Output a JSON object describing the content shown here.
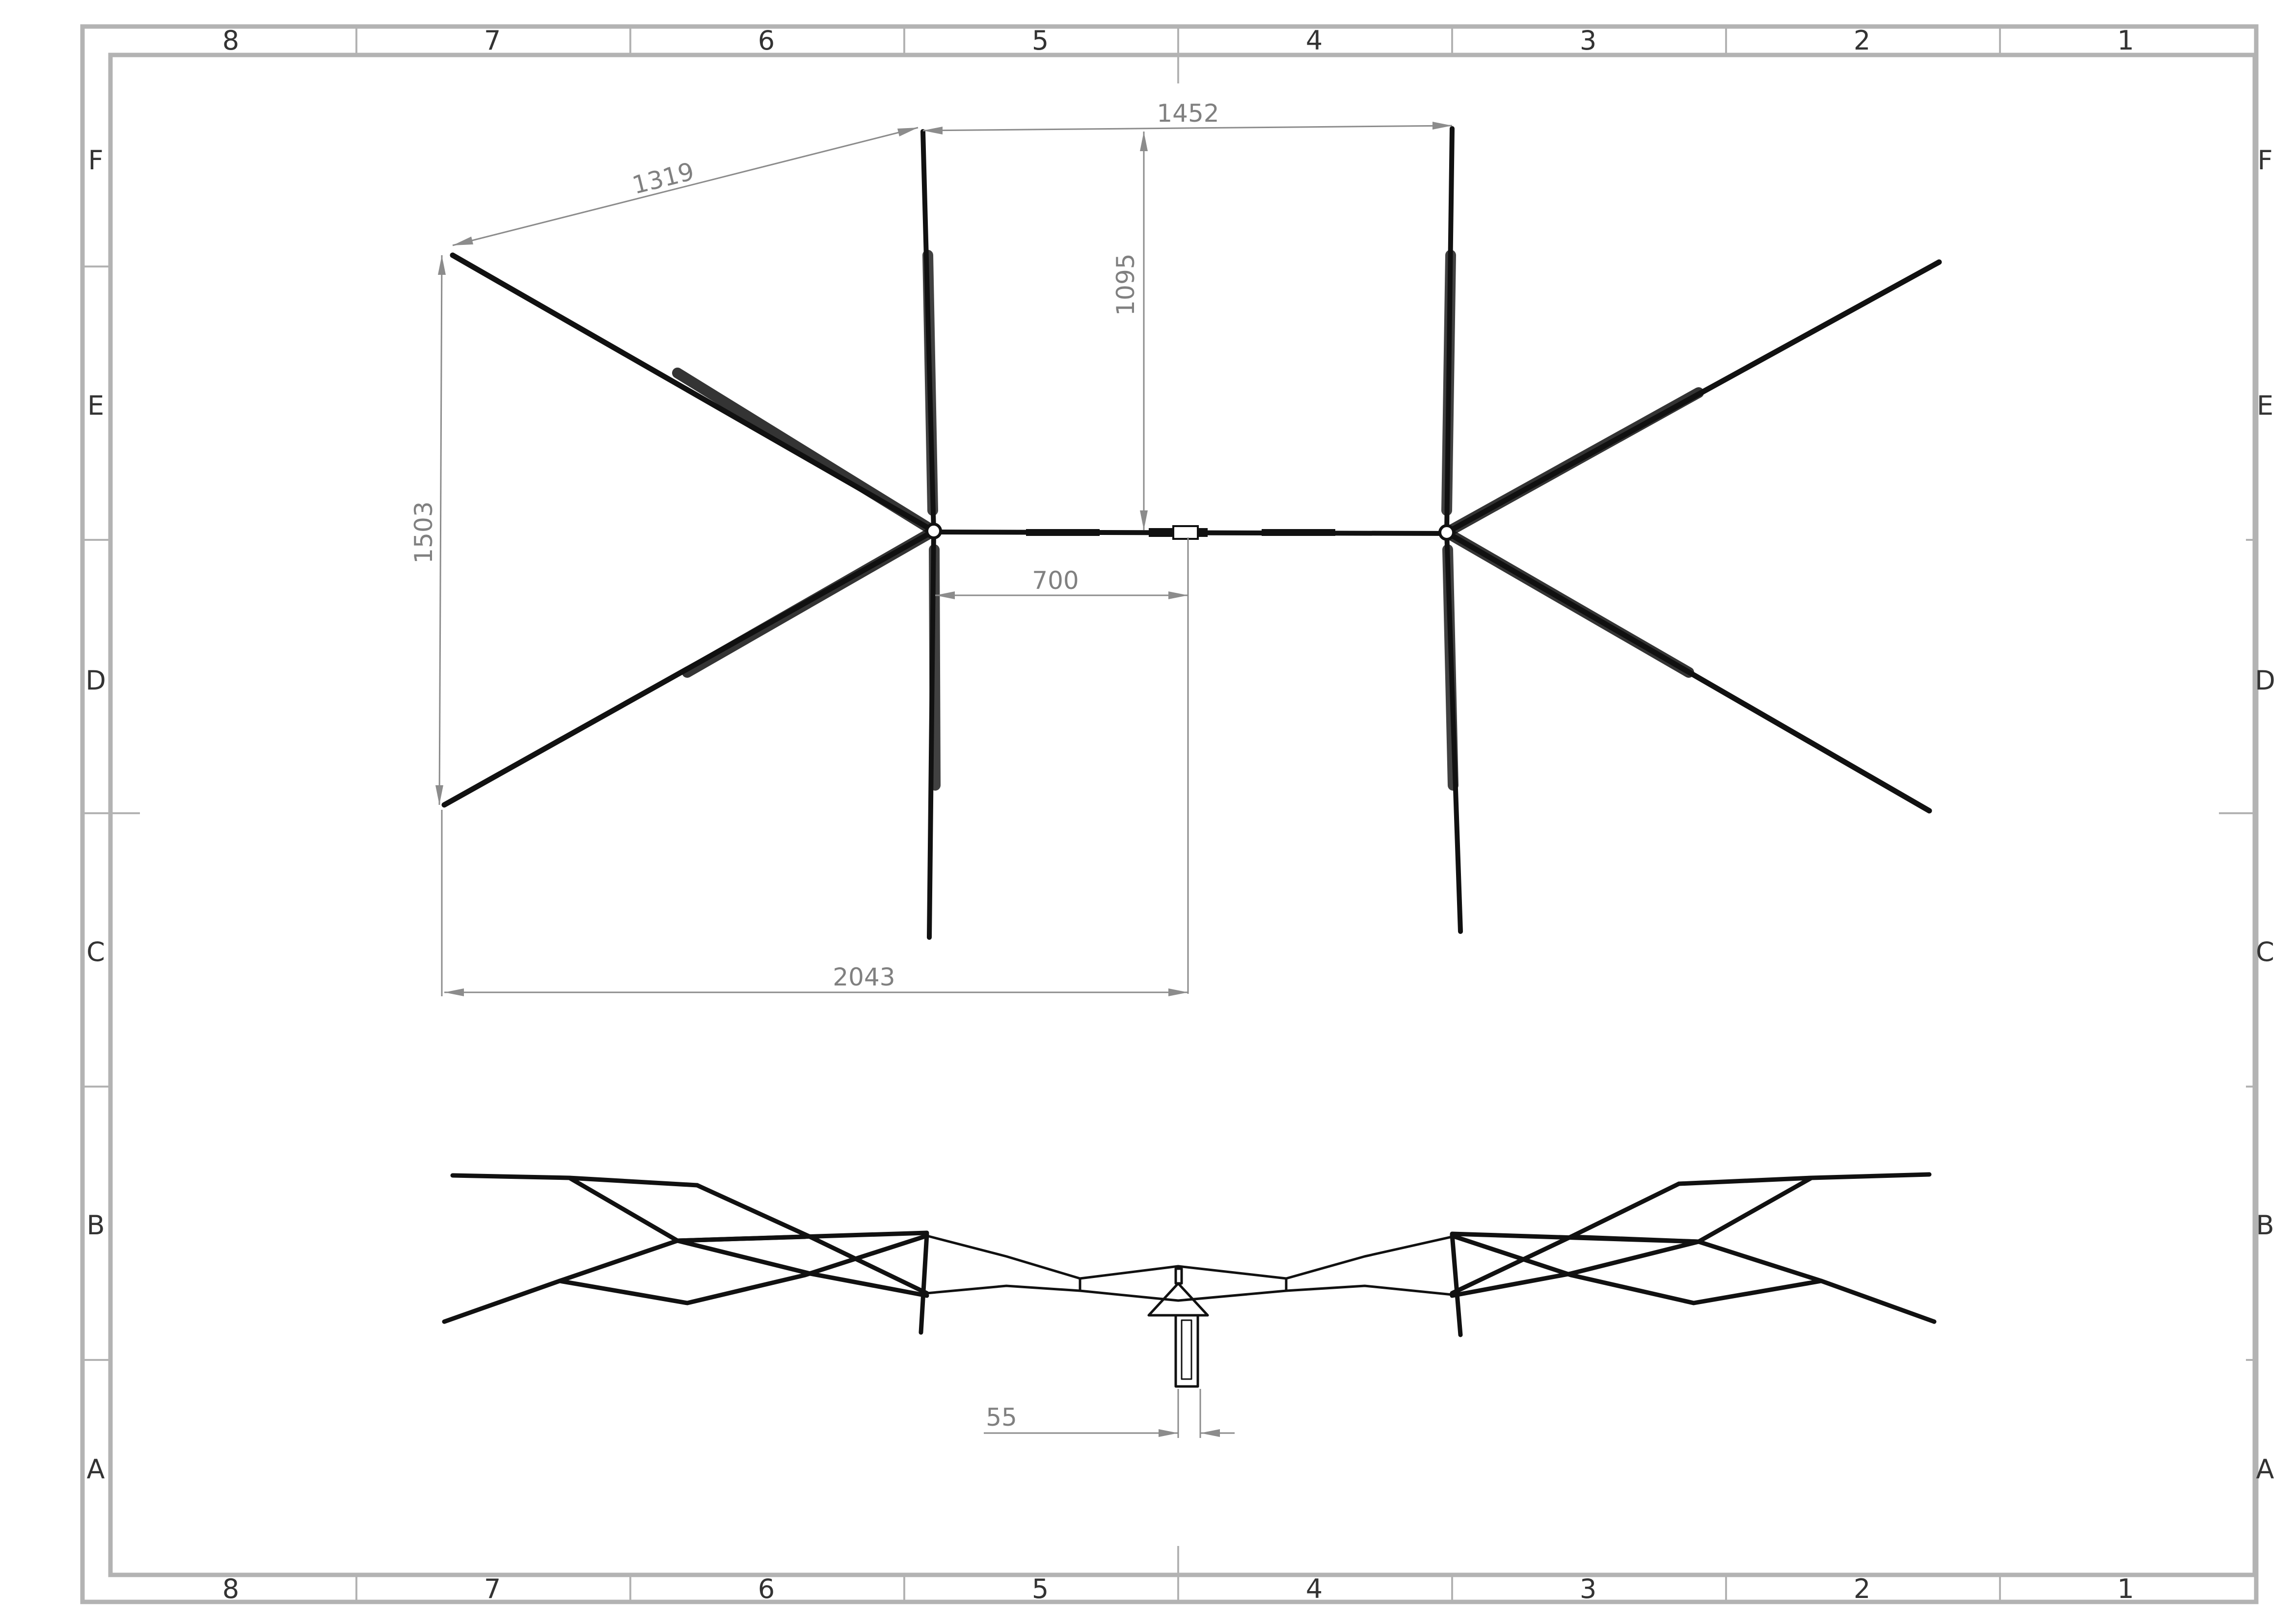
{
  "drawing": {
    "column_labels": [
      "8",
      "7",
      "6",
      "5",
      "4",
      "3",
      "2",
      "1"
    ],
    "row_labels": [
      "F",
      "E",
      "D",
      "C",
      "B",
      "A"
    ],
    "colors": {
      "frame": "#b3b3b3",
      "geometry": "#111111",
      "dimension": "#8c8c8c"
    },
    "dimensions": {
      "d1319": "1319",
      "d1452": "1452",
      "d1095": "1095",
      "d1503": "1503",
      "d700": "700",
      "d2043": "2043",
      "d55": "55"
    }
  }
}
